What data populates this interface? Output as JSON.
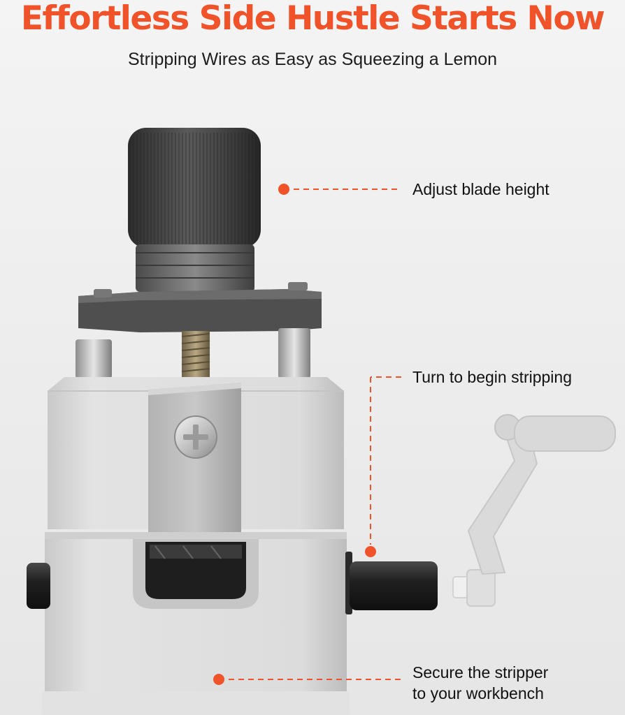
{
  "headline": "Effortless Side Hustle Starts Now",
  "subheadline": "Stripping Wires as Easy as Squeezing a Lemon",
  "callouts": {
    "blade_height": "Adjust blade height",
    "turn_crank": "Turn to begin stripping",
    "secure_line1": "Secure the stripper",
    "secure_line2": "to your workbench"
  },
  "colors": {
    "accent": "#f0522a",
    "text": "#111111",
    "body_metal": "#d9d9d9",
    "knob": "#3a3a3a"
  },
  "icons": {
    "product": "wire-stripper-machine",
    "screw": "phillips-screw-icon",
    "crank": "hand-crank-icon"
  }
}
